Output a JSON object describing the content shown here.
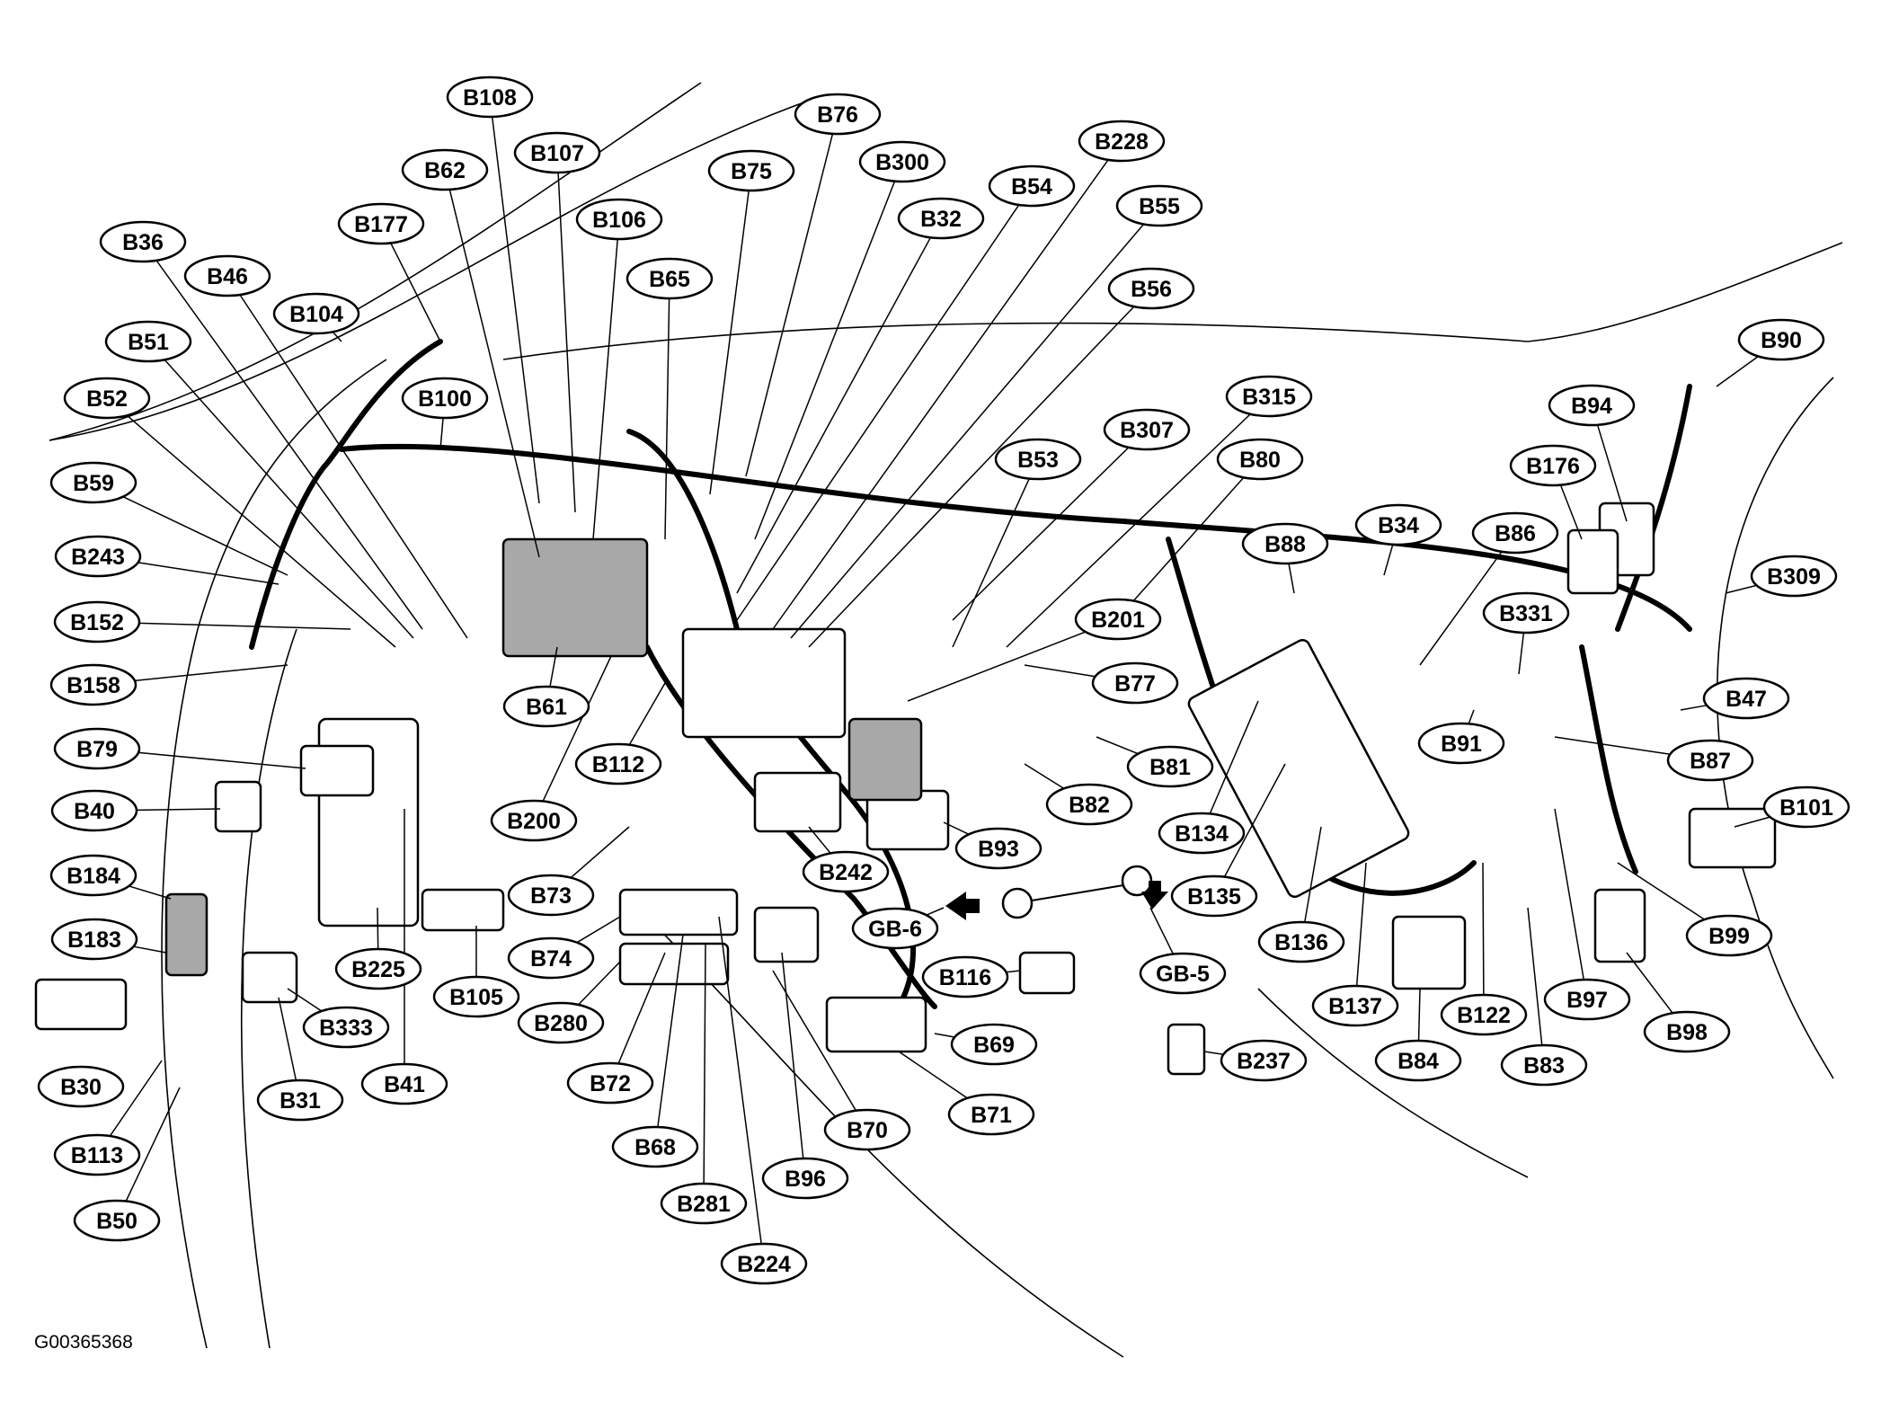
{
  "figure_id": "G00365368",
  "connector_labels": [
    "B108",
    "B107",
    "B76",
    "B300",
    "B228",
    "B62",
    "B75",
    "B54",
    "B55",
    "B106",
    "B32",
    "B177",
    "B36",
    "B46",
    "B65",
    "B56",
    "B104",
    "B51",
    "B90",
    "B52",
    "B100",
    "B315",
    "B94",
    "B307",
    "B53",
    "B80",
    "B176",
    "B59",
    "B34",
    "B86",
    "B88",
    "B243",
    "B309",
    "B152",
    "B201",
    "B331",
    "B158",
    "B77",
    "B47",
    "B79",
    "B61",
    "B112",
    "B81",
    "B91",
    "B87",
    "B82",
    "B101",
    "B40",
    "B200",
    "B93",
    "B134",
    "B242",
    "B184",
    "B73",
    "B135",
    "B99",
    "B183",
    "GB-6",
    "B225",
    "B74",
    "B136",
    "B116",
    "GB-5",
    "B105",
    "B333",
    "B280",
    "B97",
    "B137",
    "B122",
    "B98",
    "B69",
    "B30",
    "B41",
    "B31",
    "B72",
    "B237",
    "B84",
    "B83",
    "B71",
    "B70",
    "B68",
    "B113",
    "B96",
    "B281",
    "B50",
    "B224"
  ],
  "colors": {
    "line": "#000000",
    "connector_fill": "#ffffff",
    "shaded_connector": "#a8a8a8",
    "background": "#ffffff"
  }
}
